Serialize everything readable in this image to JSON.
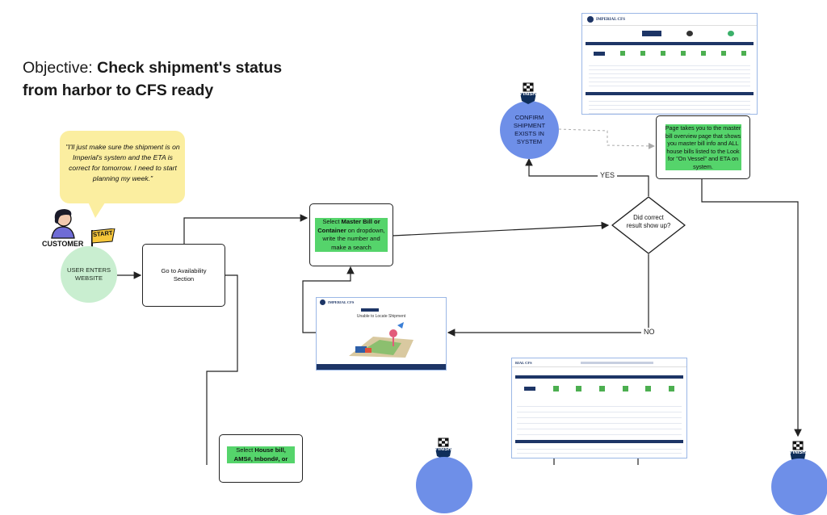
{
  "objective": {
    "prefix": "Objective: ",
    "line1": "Check shipment's status",
    "line2": "from harbor to CFS ready"
  },
  "quote": "\"I'll just make sure the shipment is on Imperial's system and the ETA is correct for tomorrow. I need to start planning my week.\"",
  "persona": {
    "label": "CUSTOMER",
    "start_tag": "START"
  },
  "finish_tag": "FINISH",
  "nodes": {
    "user_enters": "USER ENTERS WEBSITE",
    "availability": "Go to Availability Section",
    "select_master": {
      "t1": "Select ",
      "b1": "Master Bill or Container",
      "t2": " on dropdown, write the number and make a search"
    },
    "decision": "Did correct result show up?",
    "confirm": "CONFIRM SHIPMENT EXISTS IN SYSTEM",
    "page_overview": "Page takes you to the master bill overview page that shows you master bill info and ALL house bills listed to the Look for \"On Vessel\" and ETA on system.",
    "select_house": {
      "t1": "Select ",
      "b1": "House bill, AMS#, Inbond#, or",
      "t2": ""
    }
  },
  "edges": {
    "yes": "YES",
    "no": "NO"
  },
  "screenshots": {
    "top": {
      "brand": "IMPERIAL CFS"
    },
    "middle": {
      "brand": "IMPERIAL CFS",
      "heading": "Unable to Locate Shipment"
    },
    "bottom": {
      "brand": "RIAL CFS"
    }
  }
}
